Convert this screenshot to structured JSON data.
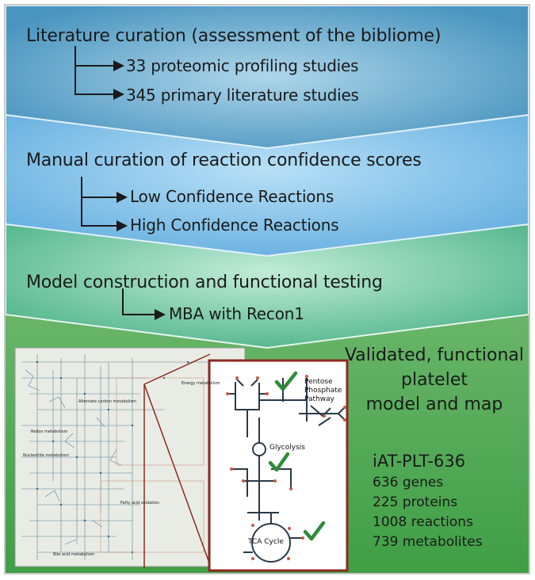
{
  "steps": [
    {
      "title": "Literature curation (assessment of the bibliome)",
      "items": [
        "33 proteomic profiling studies",
        "345 primary literature studies"
      ]
    },
    {
      "title": "Manual curation of reaction confidence scores",
      "items": [
        "Low Confidence Reactions",
        "High Confidence Reactions"
      ]
    },
    {
      "title": "Model construction and functional testing",
      "items": [
        "MBA with Recon1"
      ]
    }
  ],
  "result": {
    "lines": [
      "Validated, functional",
      "platelet",
      "model and map"
    ],
    "model_id": "iAT-PLT-636",
    "stats": [
      "636 genes",
      "225 proteins",
      "1008 reactions",
      "739 metabolites"
    ]
  },
  "inset_labels": {
    "pentose": [
      "Pentose",
      "Phosphate",
      "Pathway"
    ],
    "glycolysis": "Glycolysis",
    "tca": "TCA Cycle"
  },
  "map_labels": [
    "Energy metabolism",
    "Alternate carbon metabolism",
    "Redox metabolism",
    "Nucleotide metabolism",
    "Fatty acid oxidation",
    "Bile acid metabolism"
  ],
  "colors": {
    "band1": "#4f97c2",
    "band2": "#74b8e4",
    "band3": "#5ebd95",
    "band4": "#45a647",
    "check": "#2f8a3c",
    "inset_border": "#8c2a22"
  },
  "icons": [
    "arrow-right-icon",
    "check-icon",
    "pathway-map-icon"
  ]
}
